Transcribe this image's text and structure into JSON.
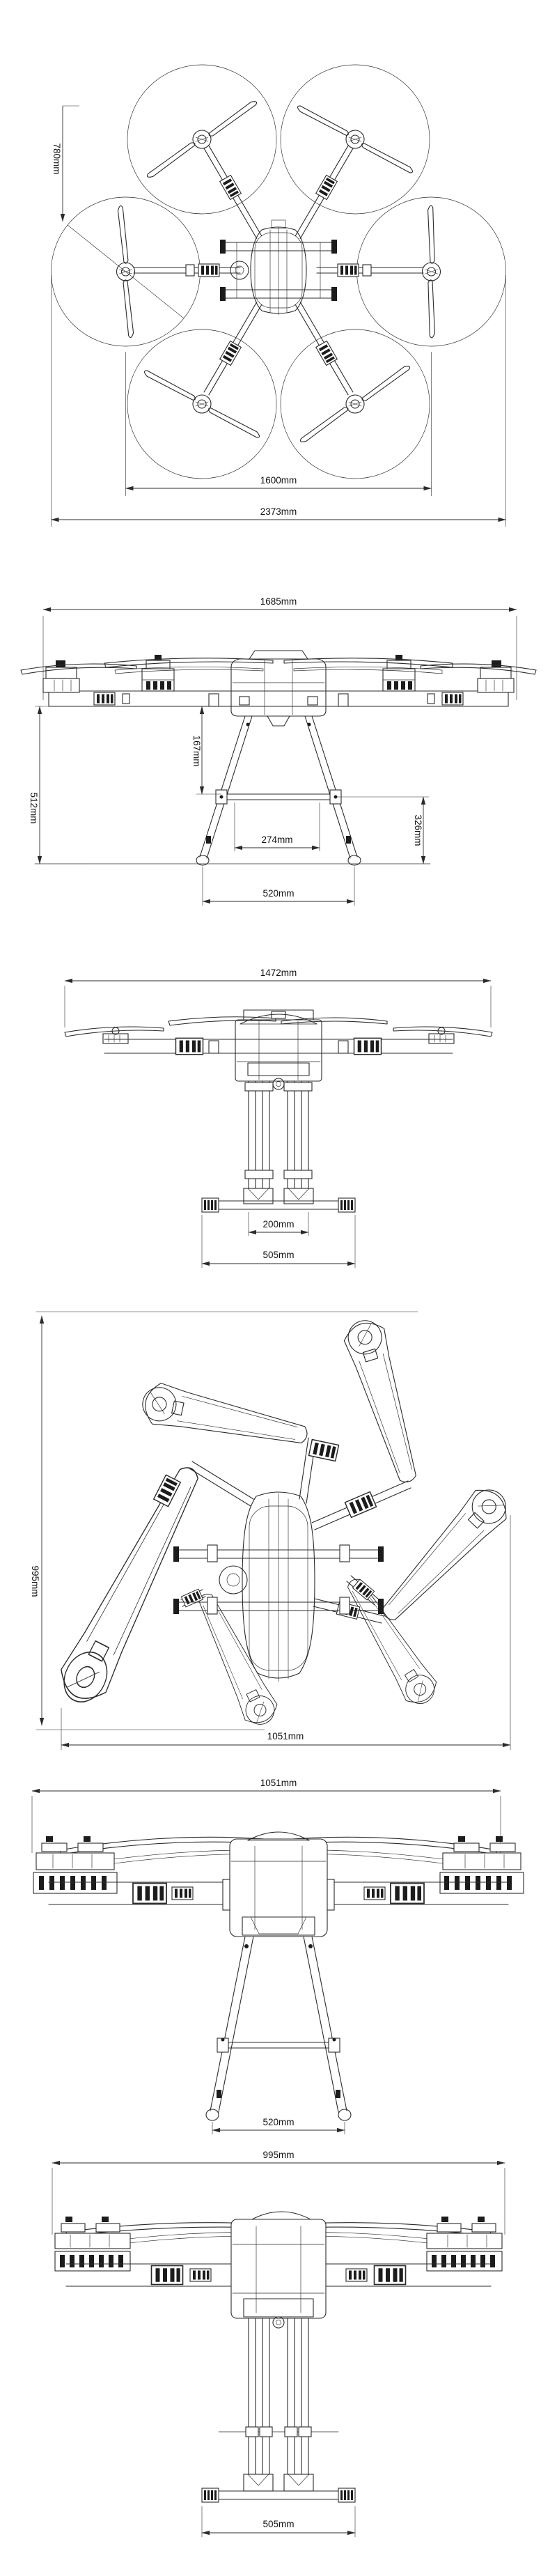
{
  "drawing": {
    "background": "#ffffff",
    "line_color": "#2b2b2b",
    "views": [
      {
        "id": "top-view-unfolded",
        "dims": {
          "prop_diameter": "780mm",
          "motor_wheelbase": "1600mm",
          "overall_width": "2373mm"
        }
      },
      {
        "id": "front-view-unfolded",
        "dims": {
          "overall_width": "1685mm",
          "overall_height": "512mm",
          "body_gear_offset": "167mm",
          "gear_top_span": "274mm",
          "gear_height": "326mm",
          "skid_span": "520mm"
        }
      },
      {
        "id": "side-view-unfolded",
        "dims": {
          "overall_depth": "1472mm",
          "skid_rail_gap": "200mm",
          "skid_length": "505mm"
        }
      },
      {
        "id": "top-view-folded",
        "dims": {
          "folded_length": "995mm",
          "folded_width": "1051mm"
        }
      },
      {
        "id": "front-view-folded",
        "dims": {
          "folded_width": "1051mm",
          "skid_span": "520mm"
        }
      },
      {
        "id": "side-view-folded",
        "dims": {
          "folded_depth": "995mm",
          "skid_length": "505mm"
        }
      }
    ]
  }
}
